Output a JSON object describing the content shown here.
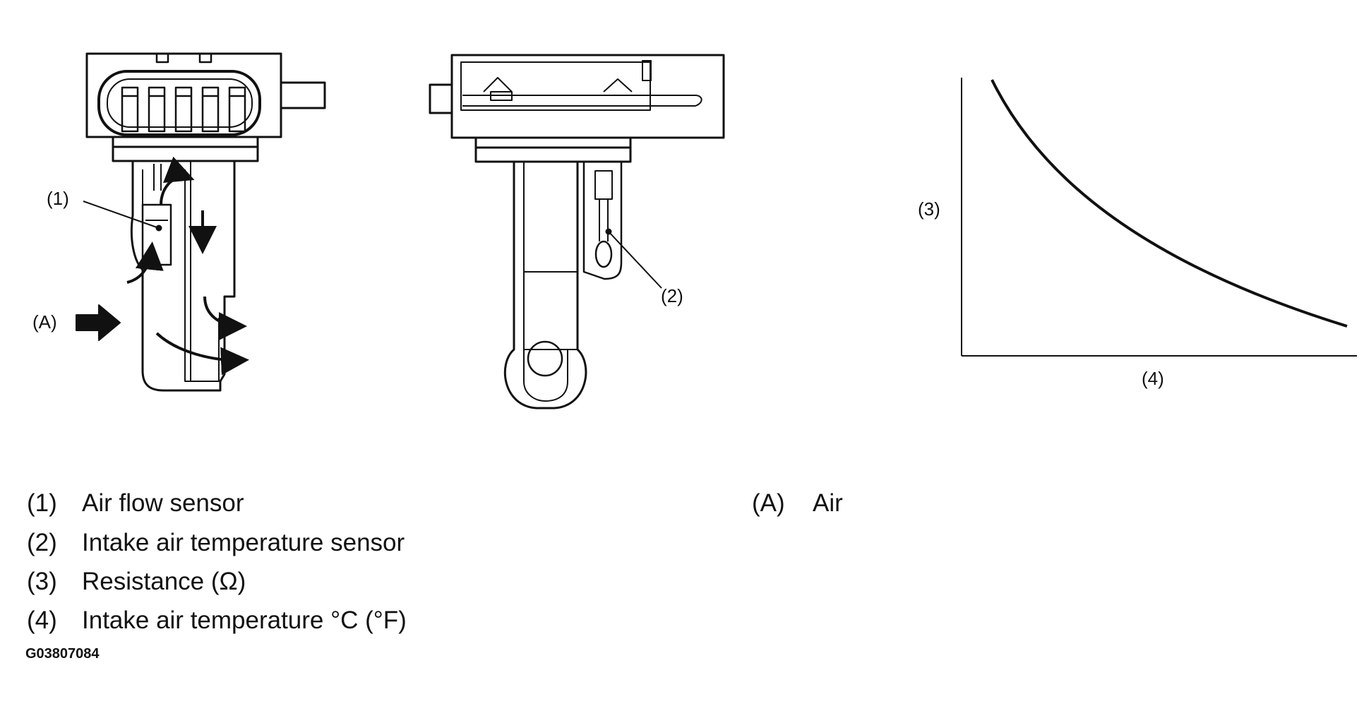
{
  "callouts": {
    "c1": "(1)",
    "c2": "(2)",
    "c3": "(3)",
    "c4": "(4)",
    "cA": "(A)"
  },
  "legend": [
    {
      "num": "(1)",
      "text": "Air flow sensor"
    },
    {
      "num": "(2)",
      "text": "Intake air temperature sensor"
    },
    {
      "num": "(3)",
      "text": "Resistance (Ω)"
    },
    {
      "num": "(4)",
      "text": "Intake air temperature °C (°F)"
    }
  ],
  "legend_a": {
    "num": "(A)",
    "text": "Air"
  },
  "figure_id": "G03807084",
  "colors": {
    "ink": "#111111",
    "background": "#ffffff"
  }
}
